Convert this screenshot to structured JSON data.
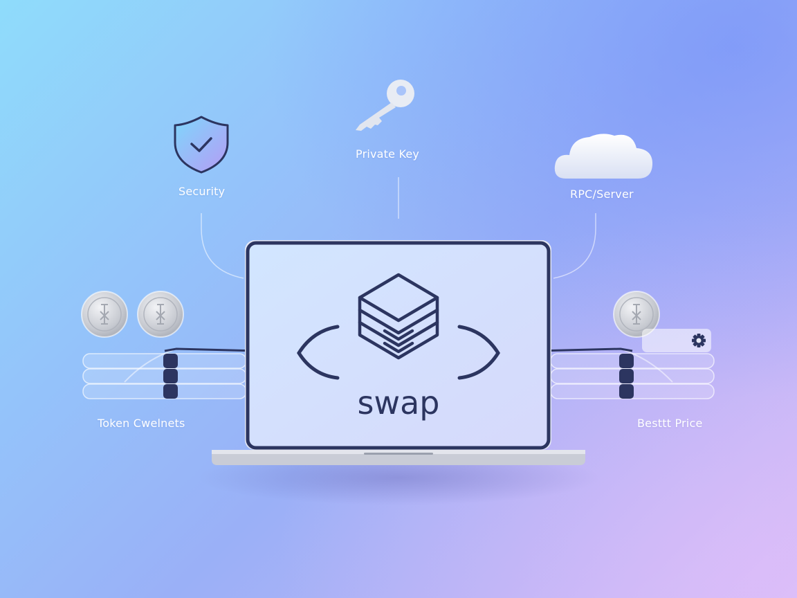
{
  "labels": {
    "security": "Security",
    "private_key": "Private Key",
    "rpc_server": "RPC/Server",
    "token_channels": "Token Cwelnets",
    "best_price": "Besttt Price",
    "swap": "swap"
  },
  "colors": {
    "navy": "#2c3560",
    "screen": "#cfe0ff",
    "white_label": "#ffffff",
    "shield_fill": "#a6b5f7",
    "coin": "#cfd2d8"
  },
  "icons": [
    "shield-check-icon",
    "key-icon",
    "cloud-icon",
    "coin-icon",
    "gear-icon",
    "stacked-layers-icon"
  ]
}
